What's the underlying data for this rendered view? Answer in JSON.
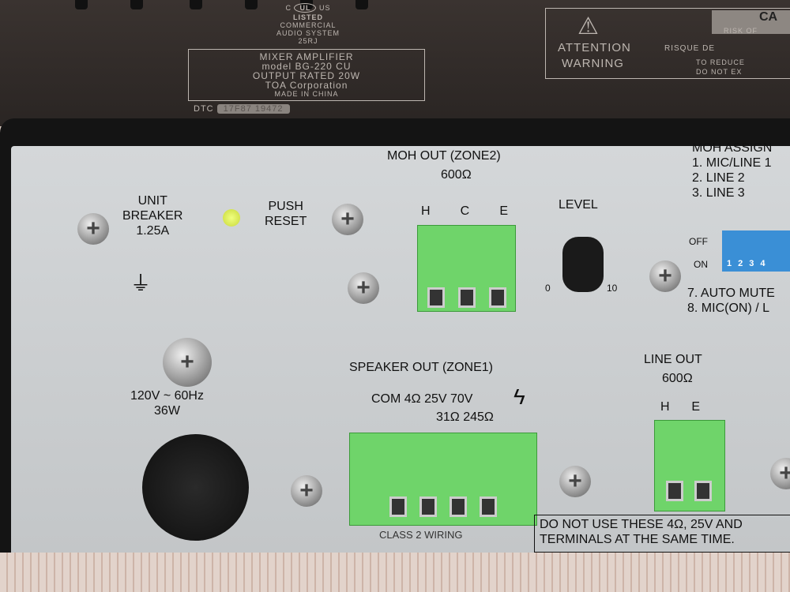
{
  "label_top": {
    "ul": {
      "c": "C",
      "mark": "UL",
      "us": "US",
      "listed": "LISTED"
    },
    "category": [
      "COMMERCIAL",
      "AUDIO SYSTEM",
      "25RJ"
    ],
    "product": [
      "MIXER AMPLIFIER",
      "model  BG-220 CU",
      "OUTPUT RATED 20W",
      "TOA Corporation",
      "MADE IN CHINA"
    ],
    "dtc_label": "DTC",
    "dtc_value": "17F87  19472"
  },
  "warning_label": {
    "caution": "CA",
    "risk": "RISK OF",
    "attention": "ATTENTION",
    "attention_fr": "RISQUE DE",
    "warning": "WARNING",
    "warning_text": "TO REDUCE",
    "warning_text2": "DO NOT EX"
  },
  "panel": {
    "breaker": [
      "UNIT",
      "BREAKER",
      "1.25A"
    ],
    "reset": [
      "PUSH",
      "RESET"
    ],
    "power": {
      "voltage": "120V",
      "symbol": "~",
      "freq": "60Hz",
      "watts": "36W"
    },
    "moh_out": {
      "title": "MOH  OUT (ZONE2)",
      "impedance": "600Ω",
      "terms": [
        "H",
        "C",
        "E"
      ]
    },
    "level": {
      "label": "LEVEL",
      "min": "0",
      "max": "10"
    },
    "moh_assign": {
      "title": "MOH ASSIGN",
      "items": [
        "1. MIC/LINE 1",
        "2. LINE 2",
        "3. LINE 3"
      ],
      "off": "OFF",
      "on": "ON",
      "switches": [
        "1",
        "2",
        "3",
        "4"
      ],
      "items2": [
        "7. AUTO MUTE",
        "8. MIC(ON) / L"
      ]
    },
    "speaker_out": {
      "title": "SPEAKER OUT (ZONE1)",
      "terms": "COM 4Ω  25V  70V",
      "terms2": "31Ω  245Ω",
      "wiring": "CLASS 2 WIRING"
    },
    "line_out": {
      "title": "LINE  OUT",
      "impedance": "600Ω",
      "terms": [
        "H",
        "E"
      ]
    },
    "notice": [
      "DO NOT USE THESE 4Ω, 25V AND",
      "TERMINALS AT THE SAME TIME."
    ]
  },
  "colors": {
    "panel": "#c9cccd",
    "terminal": "#6fd46a",
    "led": "#d8e84a",
    "dip": "#3a8fd6"
  }
}
